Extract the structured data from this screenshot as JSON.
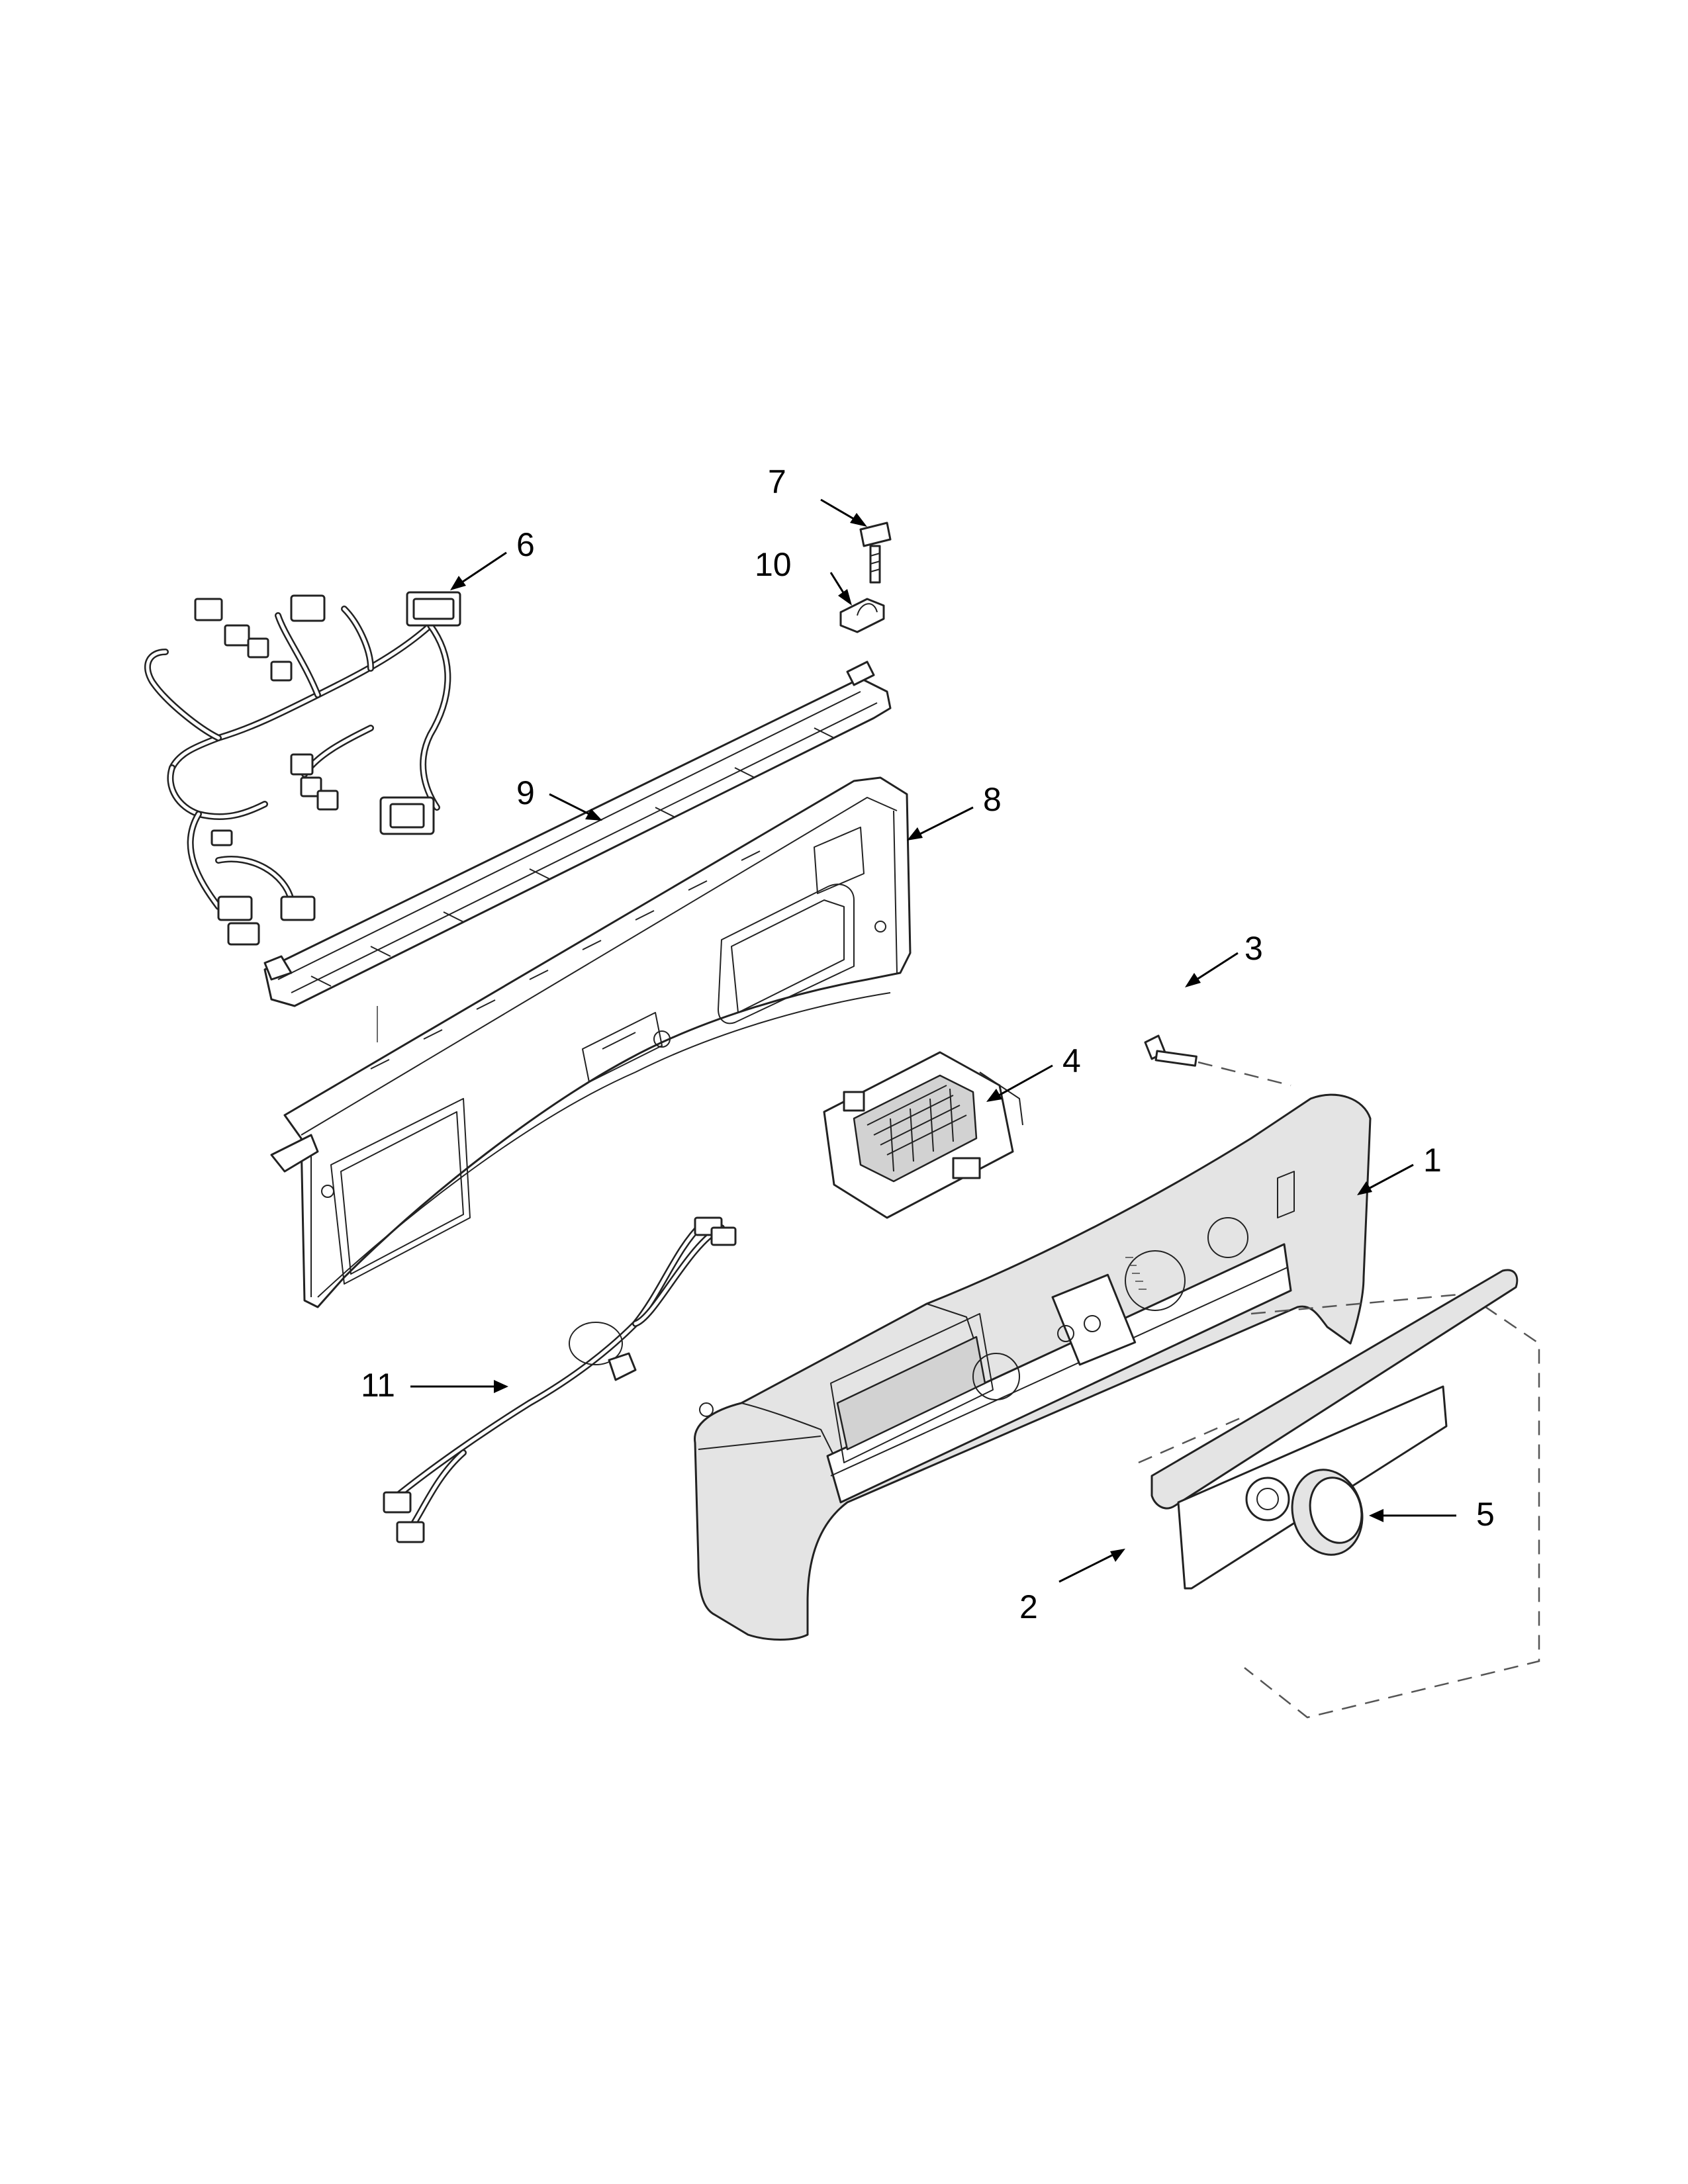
{
  "callouts": [
    {
      "id": "1",
      "text": "1"
    },
    {
      "id": "2",
      "text": "2"
    },
    {
      "id": "3",
      "text": "3"
    },
    {
      "id": "4",
      "text": "4"
    },
    {
      "id": "5",
      "text": "5"
    },
    {
      "id": "6",
      "text": "6"
    },
    {
      "id": "7",
      "text": "7"
    },
    {
      "id": "8",
      "text": "8"
    },
    {
      "id": "9",
      "text": "9"
    },
    {
      "id": "10",
      "text": "10"
    },
    {
      "id": "11",
      "text": "11"
    }
  ],
  "colors": {
    "line": "#222222",
    "shade": "#e4e4e4",
    "background": "#ffffff"
  }
}
